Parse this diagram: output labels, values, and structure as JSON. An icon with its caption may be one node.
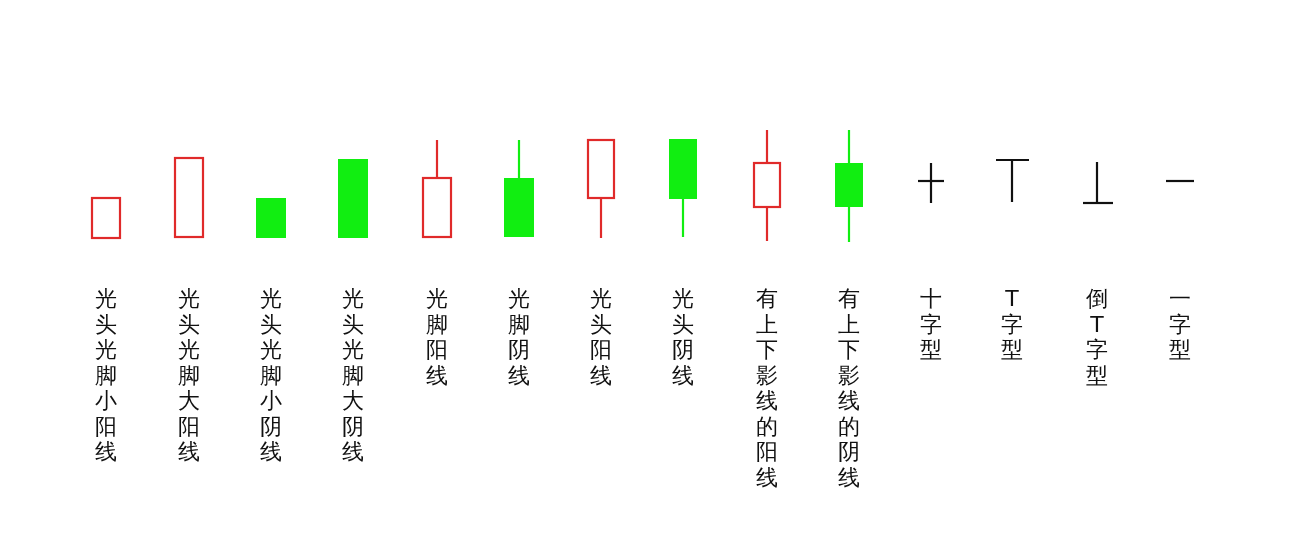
{
  "diagram": {
    "labels": [
      "光头光脚小阳线",
      "光头光脚大阳线",
      "光头光脚小阴线",
      "光头光脚大阴线",
      "光脚阳线",
      "光脚阴线",
      "光头阳线",
      "光头阴线",
      "有上下影线的阳线",
      "有上下影线的阴线",
      "十字型",
      "T字型",
      "倒T字型",
      "一字型"
    ]
  }
}
